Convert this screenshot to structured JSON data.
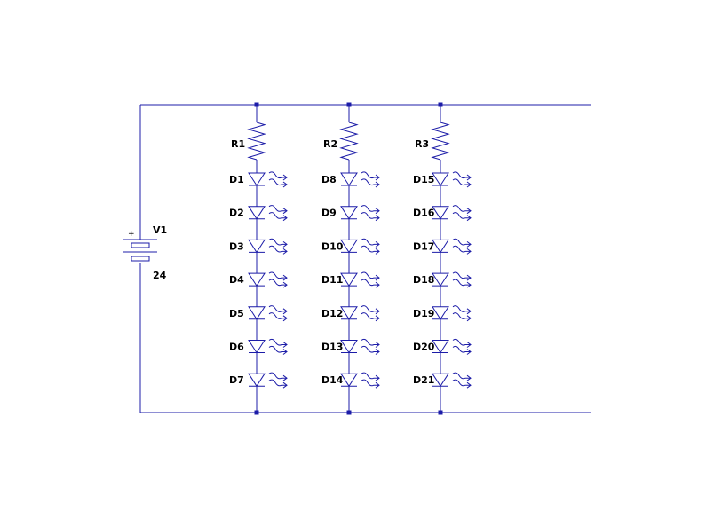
{
  "schematic": {
    "source": {
      "name": "V1",
      "value": "24",
      "plus": "+"
    },
    "branches": [
      {
        "resistor": "R1",
        "leds": [
          "D1",
          "D2",
          "D3",
          "D4",
          "D5",
          "D6",
          "D7"
        ]
      },
      {
        "resistor": "R2",
        "leds": [
          "D8",
          "D9",
          "D10",
          "D11",
          "D12",
          "D13",
          "D14"
        ]
      },
      {
        "resistor": "R3",
        "leds": [
          "D15",
          "D16",
          "D17",
          "D18",
          "D19",
          "D20",
          "D21"
        ]
      }
    ]
  }
}
